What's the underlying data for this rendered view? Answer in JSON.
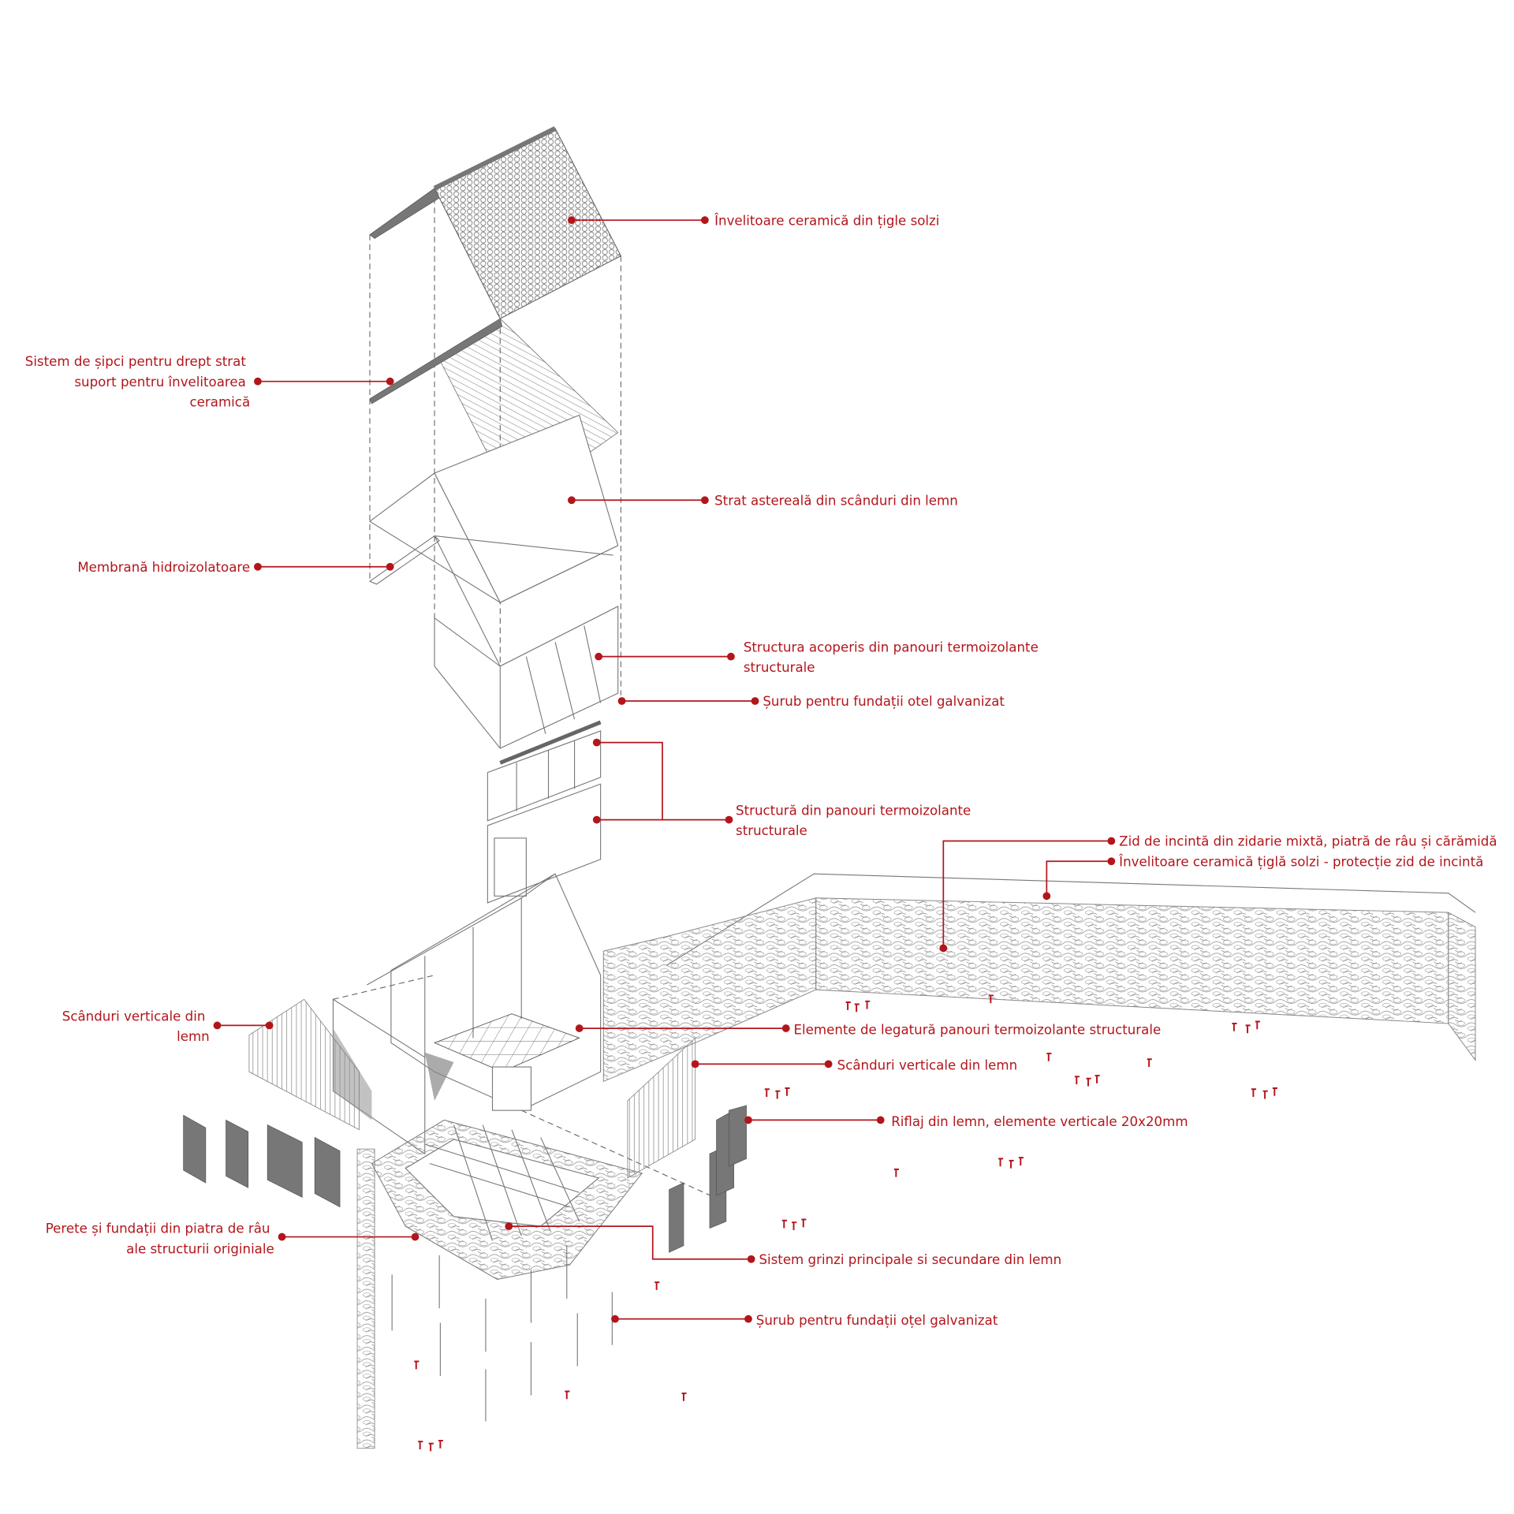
{
  "colors": {
    "accent": "#b3151b",
    "line": "#777777",
    "fill_dark": "#777777",
    "background": "#ffffff"
  },
  "labels": [
    {
      "id": "roof-tiles",
      "lines": [
        "Învelitoare ceramică din țigle solzi"
      ]
    },
    {
      "id": "battens",
      "lines": [
        "Sistem de șipci pentru drept strat",
        "suport pentru învelitoarea",
        "ceramică"
      ]
    },
    {
      "id": "sheathing",
      "lines": [
        "Strat astereală din scânduri din lemn"
      ]
    },
    {
      "id": "membrane",
      "lines": [
        "Membrană hidroizolatoare"
      ]
    },
    {
      "id": "roof-structure",
      "lines": [
        "Structura acoperis din panouri termoizolante",
        "structurale"
      ]
    },
    {
      "id": "screw-top",
      "lines": [
        "Șurub pentru fundații otel galvanizat"
      ]
    },
    {
      "id": "wall-panels",
      "lines": [
        "Structură din panouri termoizolante",
        "structurale"
      ]
    },
    {
      "id": "enclosure-wall",
      "lines": [
        "Zid de incintă din zidarie mixtă, piatră de râu și cărămidă"
      ]
    },
    {
      "id": "wall-coping",
      "lines": [
        "Învelitoare ceramică țiglă solzi - protecție zid de incintă"
      ]
    },
    {
      "id": "vertical-boards-left",
      "lines": [
        "Scânduri verticale din",
        "lemn"
      ]
    },
    {
      "id": "panel-connectors",
      "lines": [
        "Elemente de legatură panouri termoizolante structurale"
      ]
    },
    {
      "id": "vertical-boards-right",
      "lines": [
        "Scânduri verticale din lemn"
      ]
    },
    {
      "id": "wood-slats",
      "lines": [
        "Riflaj din lemn, elemente verticale 20x20mm"
      ]
    },
    {
      "id": "stone-foundation",
      "lines": [
        "Perete și fundații din piatra de râu",
        "ale structurii originiale"
      ]
    },
    {
      "id": "beams",
      "lines": [
        "Sistem grinzi principale si secundare din lemn"
      ]
    },
    {
      "id": "screw-bottom",
      "lines": [
        "Șurub pentru fundații oțel galvanizat"
      ]
    }
  ]
}
